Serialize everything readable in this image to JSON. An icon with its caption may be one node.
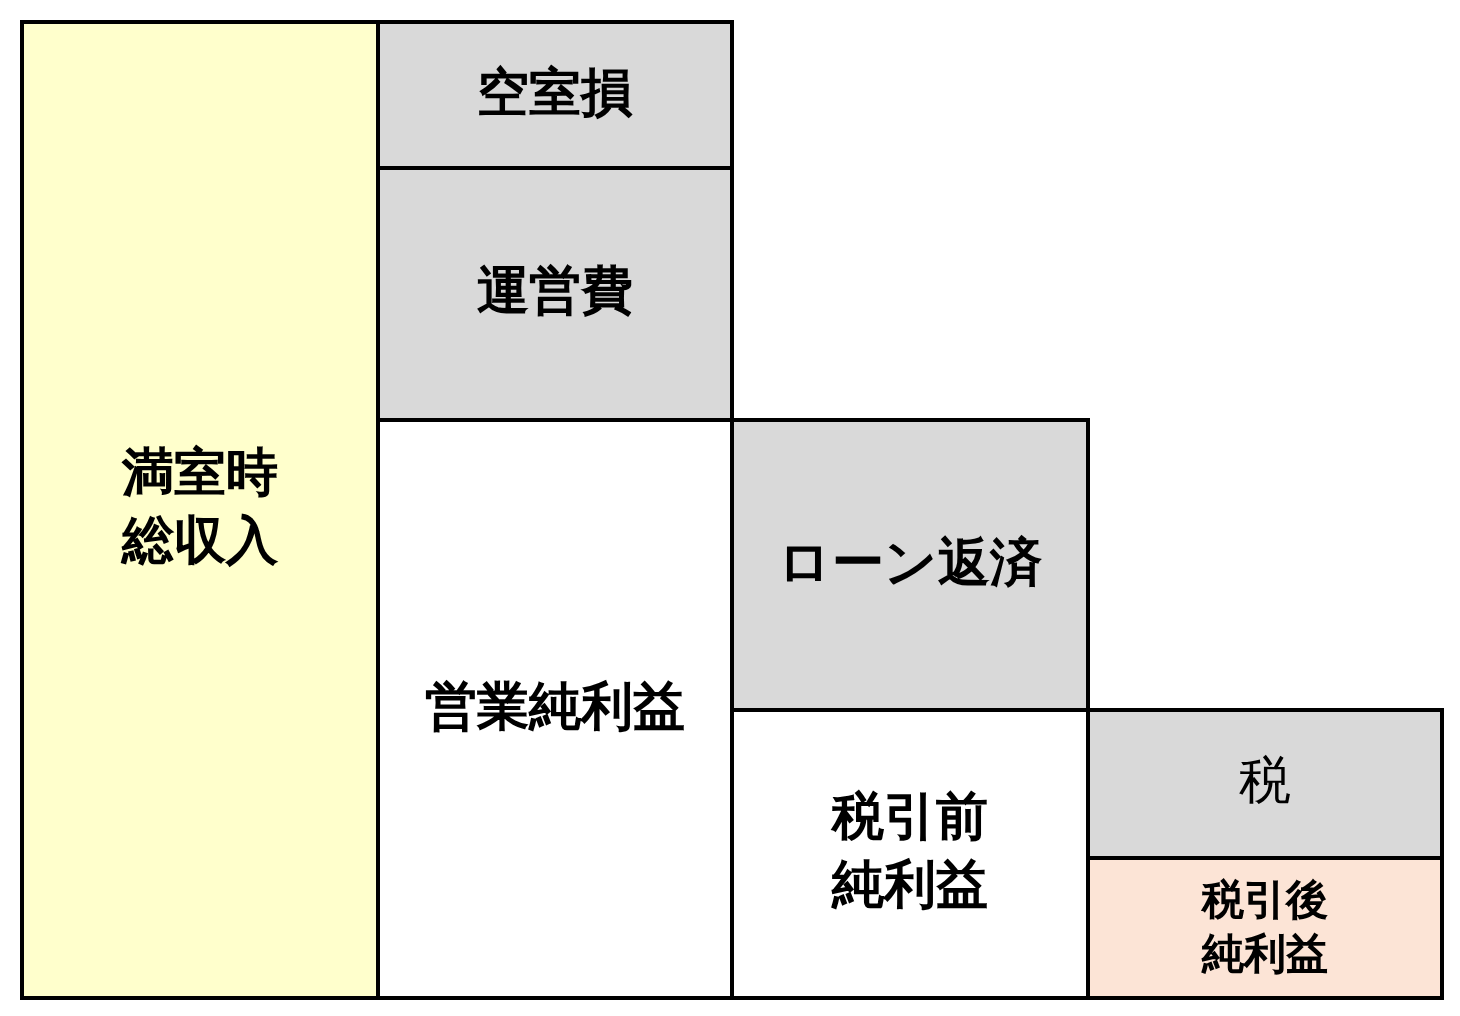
{
  "diagram": {
    "nodes": [
      {
        "text": [
          "満室時総収入"
        ]
      },
      {
        "text": [
          "空室損"
        ]
      },
      {
        "text": [
          "運営費"
        ]
      },
      {
        "text": [
          "営業純利益"
        ]
      },
      {
        "text": [
          "ローン返済"
        ]
      },
      {
        "text": [
          "税引前純利益"
        ]
      },
      {
        "text": [
          "税"
        ]
      },
      {
        "text": [
          "税引後純利益"
        ]
      }
    ]
  }
}
